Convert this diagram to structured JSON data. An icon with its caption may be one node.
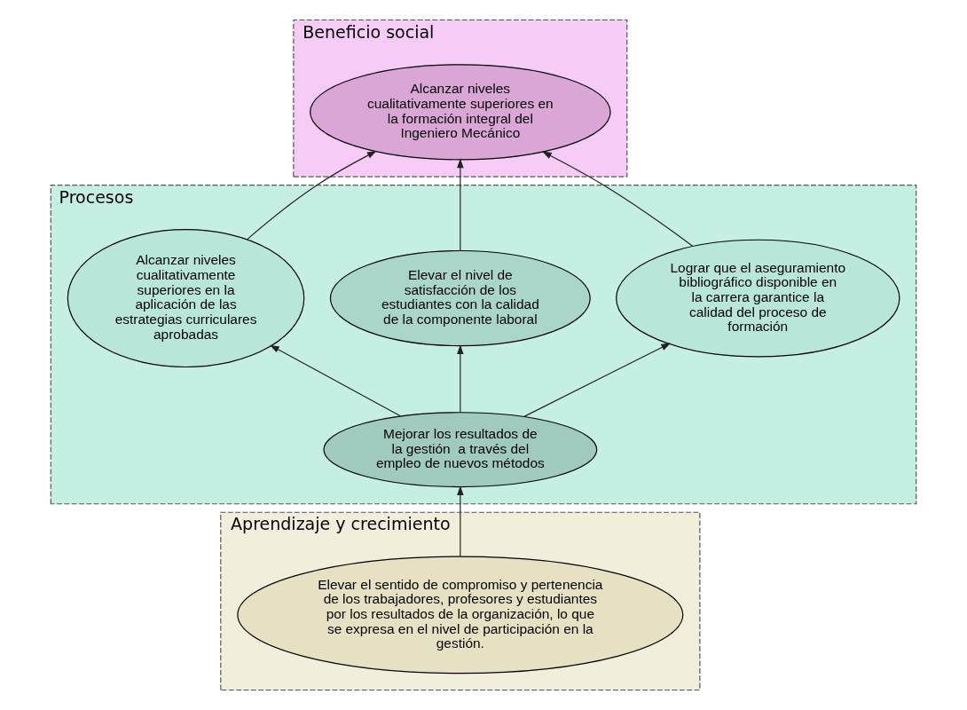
{
  "diagram": {
    "nodes": [
      {
        "text": [
          "Beneficio social"
        ]
      },
      {
        "text": [
          "Alcanzar niveles cualitativamente superiores en la formación integral del Ingeniero Mecánico"
        ],
        "in": 0
      },
      {
        "text": [
          "Procesos"
        ]
      },
      {
        "text": [
          "Alcanzar niveles cualitativamente superiores en la aplicación de las estrategias curriculares aprobadas"
        ],
        "in": 2
      },
      {
        "text": [
          "Elevar el nivel de satisfacción de los estudiantes con la calidad de la componente laboral"
        ],
        "in": 2
      },
      {
        "text": [
          "Lograr que el aseguramiento bibliográfico disponible en la carrera garantice la calidad del proceso de formación"
        ],
        "in": 2
      },
      {
        "text": [
          "Mejorar los resultados de la gestión  a través del empleo de nuevos métodos"
        ],
        "in": 2
      },
      {
        "text": [
          "Aprendizaje y crecimiento"
        ]
      },
      {
        "text": [
          "Elevar el sentido de compromiso y pertenencia de los trabajadores, profesores y estudiantes por los resultados de la organización, lo que se expresa en el nivel de participación en la gestión."
        ],
        "in": 7
      }
    ],
    "edges": [
      {
        "from": 3,
        "to": 1,
        "arrow": "to"
      },
      {
        "from": 4,
        "to": 1,
        "arrow": "to"
      },
      {
        "from": 5,
        "to": 1,
        "arrow": "to"
      },
      {
        "from": 6,
        "to": 3,
        "arrow": "to"
      },
      {
        "from": 6,
        "to": 4,
        "arrow": "to"
      },
      {
        "from": 6,
        "to": 5,
        "arrow": "to"
      },
      {
        "from": 8,
        "to": 6,
        "arrow": "to"
      }
    ]
  }
}
